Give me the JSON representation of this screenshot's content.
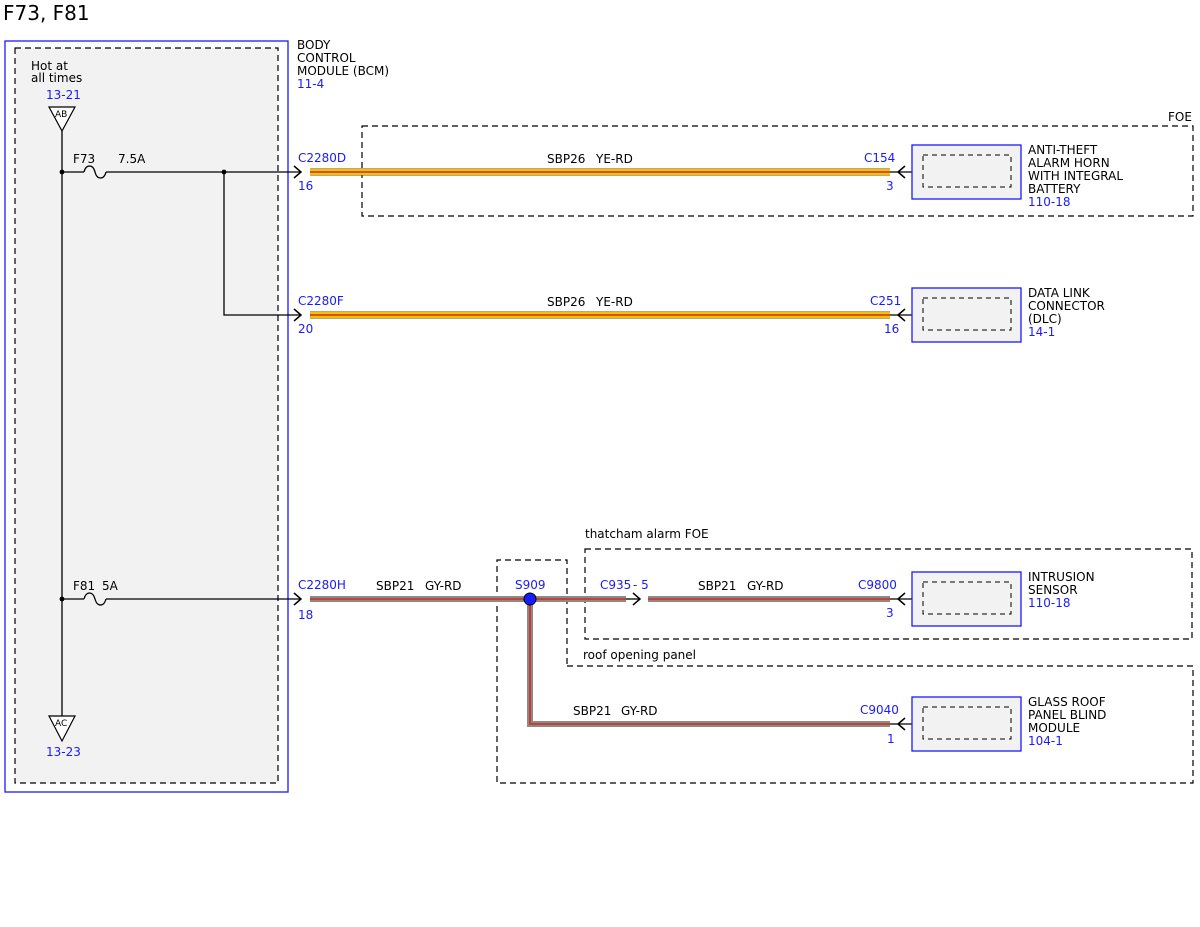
{
  "title": "F73, F81",
  "bcm": {
    "name_lines": [
      "BODY",
      "CONTROL",
      "MODULE (BCM)"
    ],
    "ref": "11-4",
    "hot_lines": [
      "Hot at",
      "all times"
    ],
    "top_ref": "13-21",
    "top_tag": "AB",
    "bottom_tag": "AC",
    "bottom_ref": "13-23"
  },
  "fuses": {
    "f73": {
      "name": "F73",
      "rating": "7.5A"
    },
    "f81": {
      "name": "F81",
      "rating": "5A"
    }
  },
  "circuits": {
    "c1": {
      "connector": "C2280D",
      "pin": "16",
      "circuit": "SBP26",
      "color": "YE-RD",
      "dest_connector": "C154",
      "dest_pin": "3"
    },
    "c2": {
      "connector": "C2280F",
      "pin": "20",
      "circuit": "SBP26",
      "color": "YE-RD",
      "dest_connector": "C251",
      "dest_pin": "16"
    },
    "c3": {
      "connector": "C2280H",
      "pin": "18",
      "circuit": "SBP21",
      "color": "GY-RD",
      "splice": "S909"
    },
    "c4": {
      "connector": "C935",
      "pin": "- 5",
      "circuit": "SBP21",
      "color": "GY-RD",
      "dest_connector": "C9800",
      "dest_pin": "3"
    },
    "c5": {
      "circuit": "SBP21",
      "color": "GY-RD",
      "dest_connector": "C9040",
      "dest_pin": "1"
    }
  },
  "components": {
    "horn": {
      "name_lines": [
        "ANTI-THEFT",
        "ALARM HORN",
        "WITH INTEGRAL",
        "BATTERY"
      ],
      "ref": "110-18"
    },
    "dlc": {
      "name_lines": [
        "DATA LINK",
        "CONNECTOR",
        "(DLC)"
      ],
      "ref": "14-1"
    },
    "intrusion": {
      "name_lines": [
        "INTRUSION",
        "SENSOR"
      ],
      "ref": "110-18"
    },
    "glassroof": {
      "name_lines": [
        "GLASS ROOF",
        "PANEL BLIND",
        "MODULE"
      ],
      "ref": "104-1"
    }
  },
  "options": {
    "foe": "FOE",
    "thatcham": "thatcham alarm FOE",
    "roof": "roof opening panel"
  },
  "colors": {
    "outline_blue": "#1a1aff",
    "wire_ye_rd_outer": "#f2c200",
    "wire_ye_rd_inner": "#d42a1a",
    "wire_gy_rd_outer": "#8a8a8a",
    "wire_gy_rd_inner": "#d42a1a",
    "splice_fill": "#1a1aff"
  }
}
